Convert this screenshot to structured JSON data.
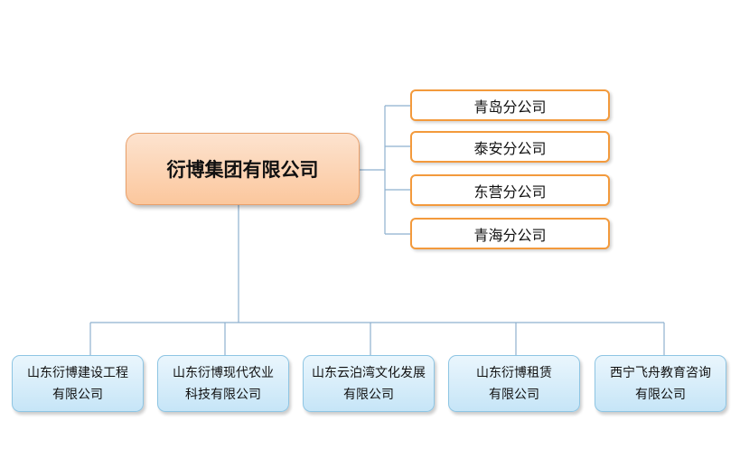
{
  "org": {
    "root": "衍博集团有限公司",
    "branches": [
      "青岛分公司",
      "泰安分公司",
      "东营分公司",
      "青海分公司"
    ],
    "subsidiaries": [
      {
        "line1": "山东衍博建设工程",
        "line2": "有限公司"
      },
      {
        "line1": "山东衍博现代农业",
        "line2": "科技有限公司"
      },
      {
        "line1": "山东云泊湾文化发展",
        "line2": "有限公司"
      },
      {
        "line1": "山东衍博租赁",
        "line2": "有限公司"
      },
      {
        "line1": "西宁飞舟教育咨询",
        "line2": "有限公司"
      }
    ]
  },
  "colors": {
    "connector": "#8eb0cf",
    "branch_border": "#f39a3c"
  }
}
